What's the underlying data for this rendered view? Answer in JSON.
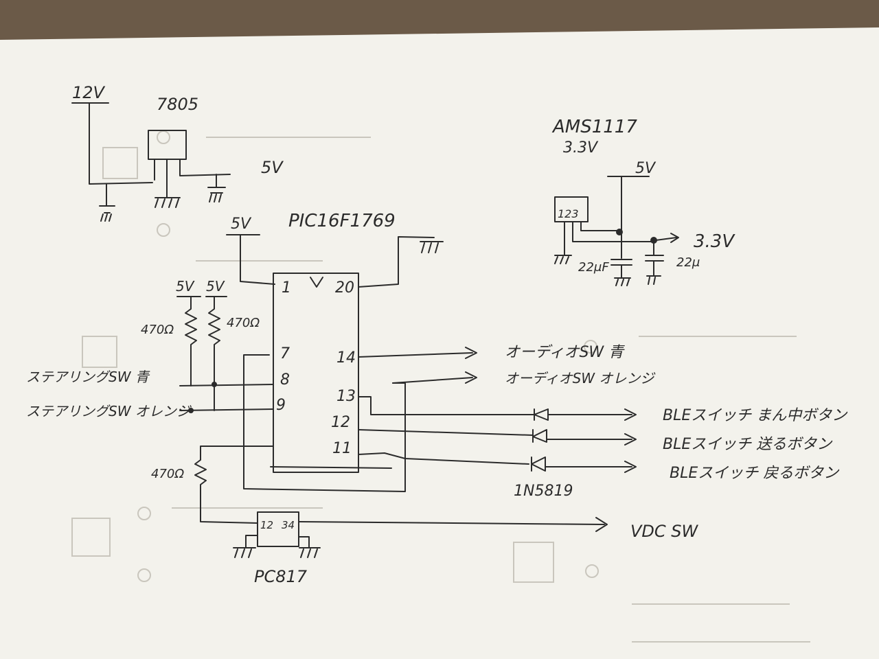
{
  "regulator_7805": {
    "input_label": "12V",
    "part_label": "7805",
    "output_label": "5V"
  },
  "regulator_ams1117": {
    "part_label": "AMS1117",
    "voltage_label": "3.3V",
    "pins_label": "123",
    "input_label": "5V",
    "output_label": "3.3V",
    "cap_left_label": "22μF",
    "cap_right_label": "22μ"
  },
  "mcu": {
    "part_label": "PIC16F1769",
    "supply_label": "5V",
    "pins": {
      "p1": "1",
      "p20": "20",
      "p7": "7",
      "p8": "8",
      "p9": "9",
      "p14": "14",
      "p13": "13",
      "p12": "12",
      "p11": "11"
    }
  },
  "pullups": {
    "left_vcc": "5V",
    "right_vcc": "5V",
    "left_res": "470Ω",
    "right_res": "470Ω"
  },
  "inputs": {
    "steering_blue": "ステアリングSW 青",
    "steering_orange": "ステアリングSW オレンジ"
  },
  "outputs": {
    "audio_blue": "オーディオSW 青",
    "audio_orange": "オーディオSW オレンジ",
    "ble_center": "BLEスイッチ まん中ボタン",
    "ble_forward": "BLEスイッチ 送るボタン",
    "ble_back": "BLEスイッチ 戻るボタン",
    "diode_label": "1N5819",
    "vdc_label": "VDC SW"
  },
  "optocoupler": {
    "part_label": "PC817",
    "series_res": "470Ω",
    "pins_left": "12",
    "pins_right": "34"
  }
}
